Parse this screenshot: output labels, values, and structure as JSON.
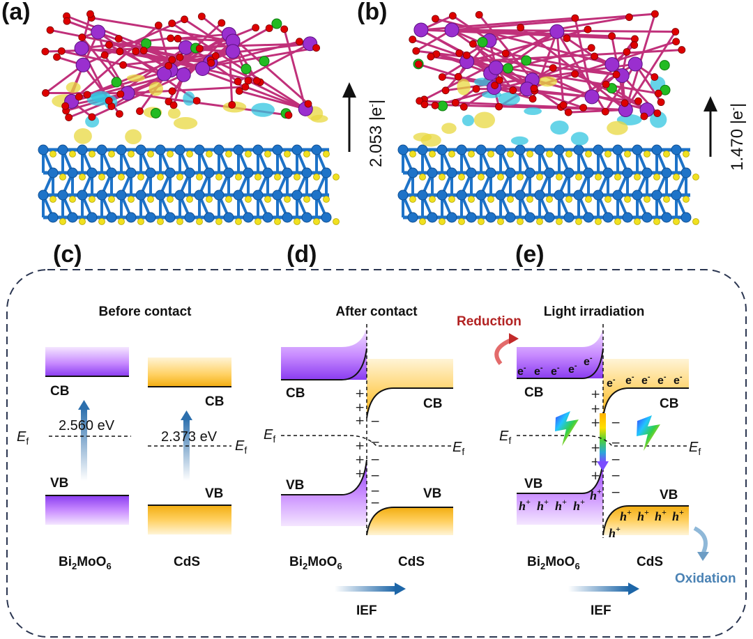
{
  "panels": {
    "a": "(a)",
    "b": "(b)",
    "c": "(c)",
    "d": "(d)",
    "e": "(e)"
  },
  "charge": {
    "a_value": "2.053 |e",
    "b_value": "1.470 |e",
    "superscript": "-",
    "close": "|"
  },
  "before": {
    "title": "Before contact",
    "cb_left": "CB",
    "vb_left": "VB",
    "cb_right": "CB",
    "vb_right": "VB",
    "gap_left": "2.560 eV",
    "gap_right": "2.373 eV",
    "ef": "E",
    "ef_sub": "f",
    "material_left": "Bi",
    "material_left_sub1": "2",
    "material_left_mid": "MoO",
    "material_left_sub2": "6",
    "material_right": "CdS"
  },
  "after": {
    "title": "After contact",
    "cb_left": "CB",
    "vb_left": "VB",
    "cb_right": "CB",
    "vb_right": "VB",
    "ef": "E",
    "ef_sub": "f",
    "material_left": "Bi",
    "material_left_sub1": "2",
    "material_left_mid": "MoO",
    "material_left_sub2": "6",
    "material_right": "CdS",
    "field": "IEF"
  },
  "light": {
    "title": "Light irradiation",
    "cb_left": "CB",
    "vb_left": "VB",
    "cb_right": "CB",
    "vb_right": "VB",
    "ef": "E",
    "ef_sub": "f",
    "material_left": "Bi",
    "material_left_sub1": "2",
    "material_left_mid": "MoO",
    "material_left_sub2": "6",
    "material_right": "CdS",
    "field": "IEF",
    "reduction": "Reduction",
    "oxidation": "Oxidation",
    "electron": "e",
    "electron_sup": "-",
    "hole": "h",
    "hole_sup": "+"
  },
  "colors": {
    "bi2moo6": "#9b4dff",
    "cds": "#f5b417",
    "oxygen": "#dd0000",
    "bismuth": "#9a2fcf",
    "molybdenum": "#22bb22",
    "sulfur": "#f0e020",
    "cadmium": "#1e73c8",
    "accumulation": "#e8d840",
    "depletion": "#33c6e0",
    "frame": "#2a3550"
  }
}
